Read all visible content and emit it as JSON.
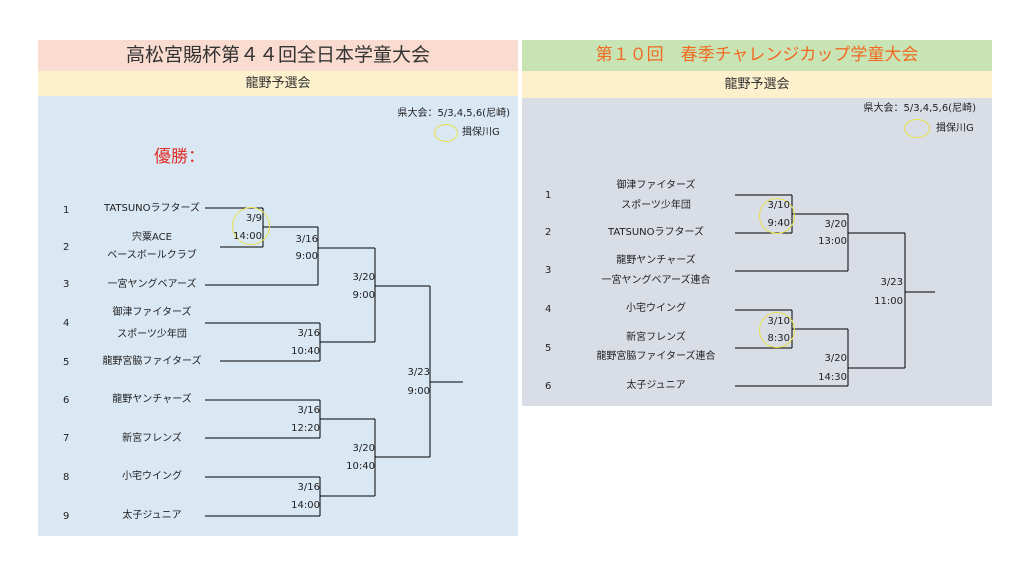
{
  "left": {
    "title": "高松宮賜杯第４４回全日本学童大会",
    "subtitle": "龍野予選会",
    "venue_info": "県大会：5/3,4,5,6(尼崎)",
    "venue_name": "揖保川G",
    "champion_label": "優勝：",
    "colors": {
      "title_bg": "#f9dbd0",
      "subtitle_bg": "#fdf0cc",
      "body_bg": "#dae8f4",
      "champion": "#e0302a"
    },
    "teams": [
      {
        "no": "1",
        "name": "TATSUNOラフターズ"
      },
      {
        "no": "2",
        "name": "宍粟ACE",
        "name2": "ベースボールクラブ"
      },
      {
        "no": "3",
        "name": "一宮ヤングベアーズ"
      },
      {
        "no": "4",
        "name": "御津ファイターズ",
        "name2": "スポーツ少年団"
      },
      {
        "no": "5",
        "name": "龍野宮脇ファイターズ"
      },
      {
        "no": "6",
        "name": "龍野ヤンチャーズ"
      },
      {
        "no": "7",
        "name": "新宮フレンズ"
      },
      {
        "no": "8",
        "name": "小宅ウイング"
      },
      {
        "no": "9",
        "name": "太子ジュニア"
      }
    ],
    "matches": [
      {
        "date": "3/9",
        "time": "14:00"
      },
      {
        "date": "3/16",
        "time": "9:00"
      },
      {
        "date": "3/16",
        "time": "10:40"
      },
      {
        "date": "3/16",
        "time": "12:20"
      },
      {
        "date": "3/16",
        "time": "14:00"
      },
      {
        "date": "3/20",
        "time": "9:00"
      },
      {
        "date": "3/20",
        "time": "10:40"
      },
      {
        "date": "3/23",
        "time": "9:00"
      }
    ]
  },
  "right": {
    "title": "第１０回　春季チャレンジカップ学童大会",
    "subtitle": "龍野予選会",
    "venue_info": "県大会：5/3,4,5,6(尼崎)",
    "venue_name": "揖保川G",
    "colors": {
      "title_bg": "#c9e4b4",
      "title_text": "#f06a22",
      "subtitle_bg": "#fdf0cc",
      "body_bg": "#d9dde6"
    },
    "teams": [
      {
        "no": "1",
        "name": "御津ファイターズ",
        "name2": "スポーツ少年団"
      },
      {
        "no": "2",
        "name": "TATSUNOラフターズ"
      },
      {
        "no": "3",
        "name": "龍野ヤンチャーズ",
        "name2": "一宮ヤングベアーズ連合"
      },
      {
        "no": "4",
        "name": "小宅ウイング"
      },
      {
        "no": "5",
        "name": "新宮フレンズ",
        "name2": "龍野宮脇ファイターズ連合"
      },
      {
        "no": "6",
        "name": "太子ジュニア"
      }
    ],
    "matches": [
      {
        "date": "3/10",
        "time": "9:40"
      },
      {
        "date": "3/20",
        "time": "13:00"
      },
      {
        "date": "3/10",
        "time": "8:30"
      },
      {
        "date": "3/20",
        "time": "14:30"
      },
      {
        "date": "3/23",
        "time": "11:00"
      }
    ]
  }
}
